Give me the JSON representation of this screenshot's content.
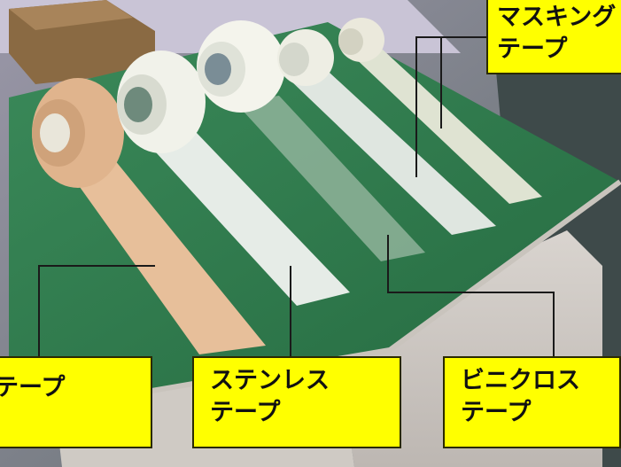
{
  "colors": {
    "callout_fill": "#ffff00",
    "leader_line": "#1a1a1a",
    "table_green": "#2f7a4e"
  },
  "labels": {
    "masking": {
      "line1": "マスキング",
      "line2": "テープ"
    },
    "cloth": {
      "line1": "テープ"
    },
    "stainless": {
      "line1": "ステンレス",
      "line2": "テープ"
    },
    "vinycloth": {
      "line1": "ビニクロス",
      "line2": "テープ"
    }
  }
}
